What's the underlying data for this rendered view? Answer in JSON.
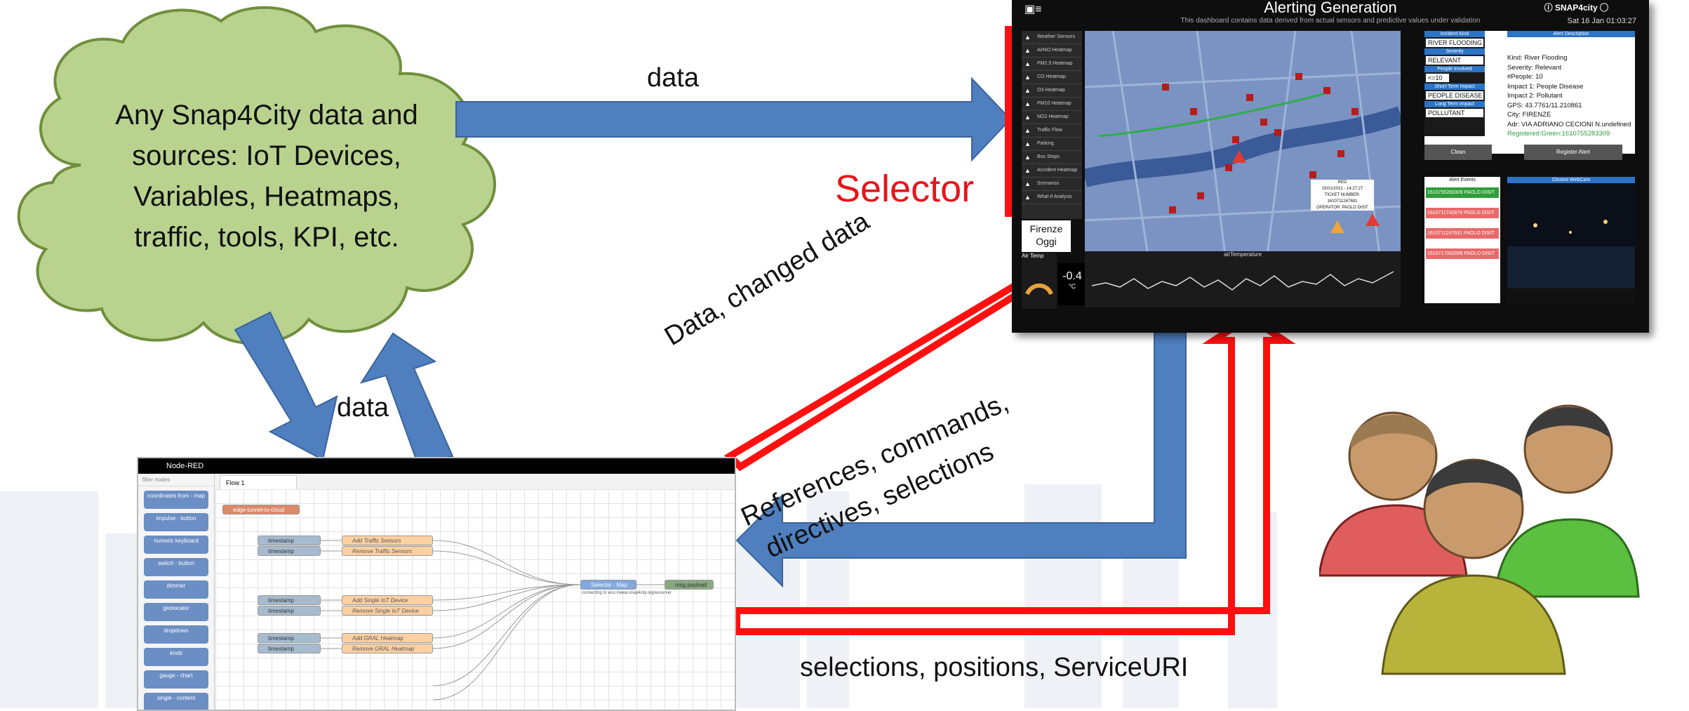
{
  "cloud": {
    "text_lines": [
      "Any Snap4City data and",
      "sources: IoT Devices,",
      "Variables, Heatmaps,",
      "traffic, tools, KPI, etc."
    ]
  },
  "arrows": {
    "cloud_to_dashboard": "data",
    "cloud_nodered": "data",
    "nodered_to_dashboard": "Data, changed data",
    "dashboard_to_nodered_line1": "References, commands,",
    "dashboard_to_nodered_line2": "directives, selections",
    "bottom": "selections, positions, ServiceURI"
  },
  "selector_label": "Selector",
  "dashboard": {
    "title": "Alerting Generation",
    "subtitle": "This dashboard contains data derived from actual sensors and predictive values under validation",
    "date": "Sat 16 Jan 01:03:27",
    "logo": "SNAP4city",
    "side_items": [
      "Weather Sensors",
      "AirNO Heatmap",
      "PM2.5 Heatmap",
      "CO Heatmap",
      "O3 Heatmap",
      "PM10 Heatmap",
      "NO2 Heatmap",
      "Traffic Flow",
      "Parking",
      "Bus Stops",
      "Accident Heatmap",
      "Scenarios",
      "What-if Analysis"
    ],
    "firenze_line1": "Firenze",
    "firenze_line2": "Oggi",
    "air_temp_label": "Air Temp",
    "temp_value": "-0.4",
    "temp_unit": "°C",
    "chart_title": "airTemperature",
    "incident_kind_label": "Incident Kind",
    "incident_kind": "RIVER FLOODING",
    "severity_label": "Severity",
    "severity": "RELEVANT",
    "people_label": "People involved",
    "people": "<=10",
    "short_impact_label": "Short Term Impact",
    "short_impact": "PEOPLE DISEASE",
    "long_impact_label": "Long Term Impact",
    "long_impact": "POLLUTANT",
    "alert_desc_label": "Alert Description",
    "alert_desc_lines": [
      "Kind: River Flooding",
      "Severity: Relevant",
      "#People: 10",
      "Impact 1: People Disease",
      "Impact 2: Pollutant",
      "GPS: 43.7761/11.210861",
      "City: FIRENZE",
      "Adr: VIA ADRIANO CECIONI N.undefined",
      "Registered:Green:1610755283309"
    ],
    "clean_btn": "Clean",
    "register_btn": "Register Alert",
    "events_title": "Alert Events",
    "webcam_title": "Closest WebCam",
    "event_rows": [
      "1610755283309 PAOLO DISIT",
      "1610711742876 PAOLO DISIT",
      "1610711247691 PAOLO DISIT",
      "1610717002089 PAOLO DISIT"
    ],
    "popup_lines": [
      "RED",
      "15/01/2021 - 14:27:27",
      "TICKET NUMBER: 1610711247691",
      "OPERATOR: PAOLO DISIT"
    ]
  },
  "nodered": {
    "title": "Node-RED",
    "filter_placeholder": "filter nodes",
    "tab": "Flow 1",
    "palette": [
      "coordinates from - map",
      "impulse - button",
      "numeric keyboard",
      "switch - button",
      "dimmer",
      "geolocator",
      "dropdown",
      "knob",
      "gauge - chart",
      "single - content"
    ],
    "edge": "edge-tunnel-to-cloud",
    "timestamp": "timestamp",
    "functions": [
      "Add Traffic Sensors",
      "Remove Traffic Sensors",
      "Add Single IoT Device",
      "Remove Single IoT Device",
      "Add GRAL Heatmap",
      "Remove GRAL Heatmap"
    ],
    "selector_node": "Selector - Map",
    "msg_node": "msg.payload",
    "status": "connecting to wss://www.snap4city.org/wsserver"
  },
  "colors": {
    "blue_arrow": "#4f7fbf",
    "red_arrow": "#ff1010",
    "cloud_fill": "#b9d38f",
    "cloud_stroke": "#6f8f3c"
  }
}
